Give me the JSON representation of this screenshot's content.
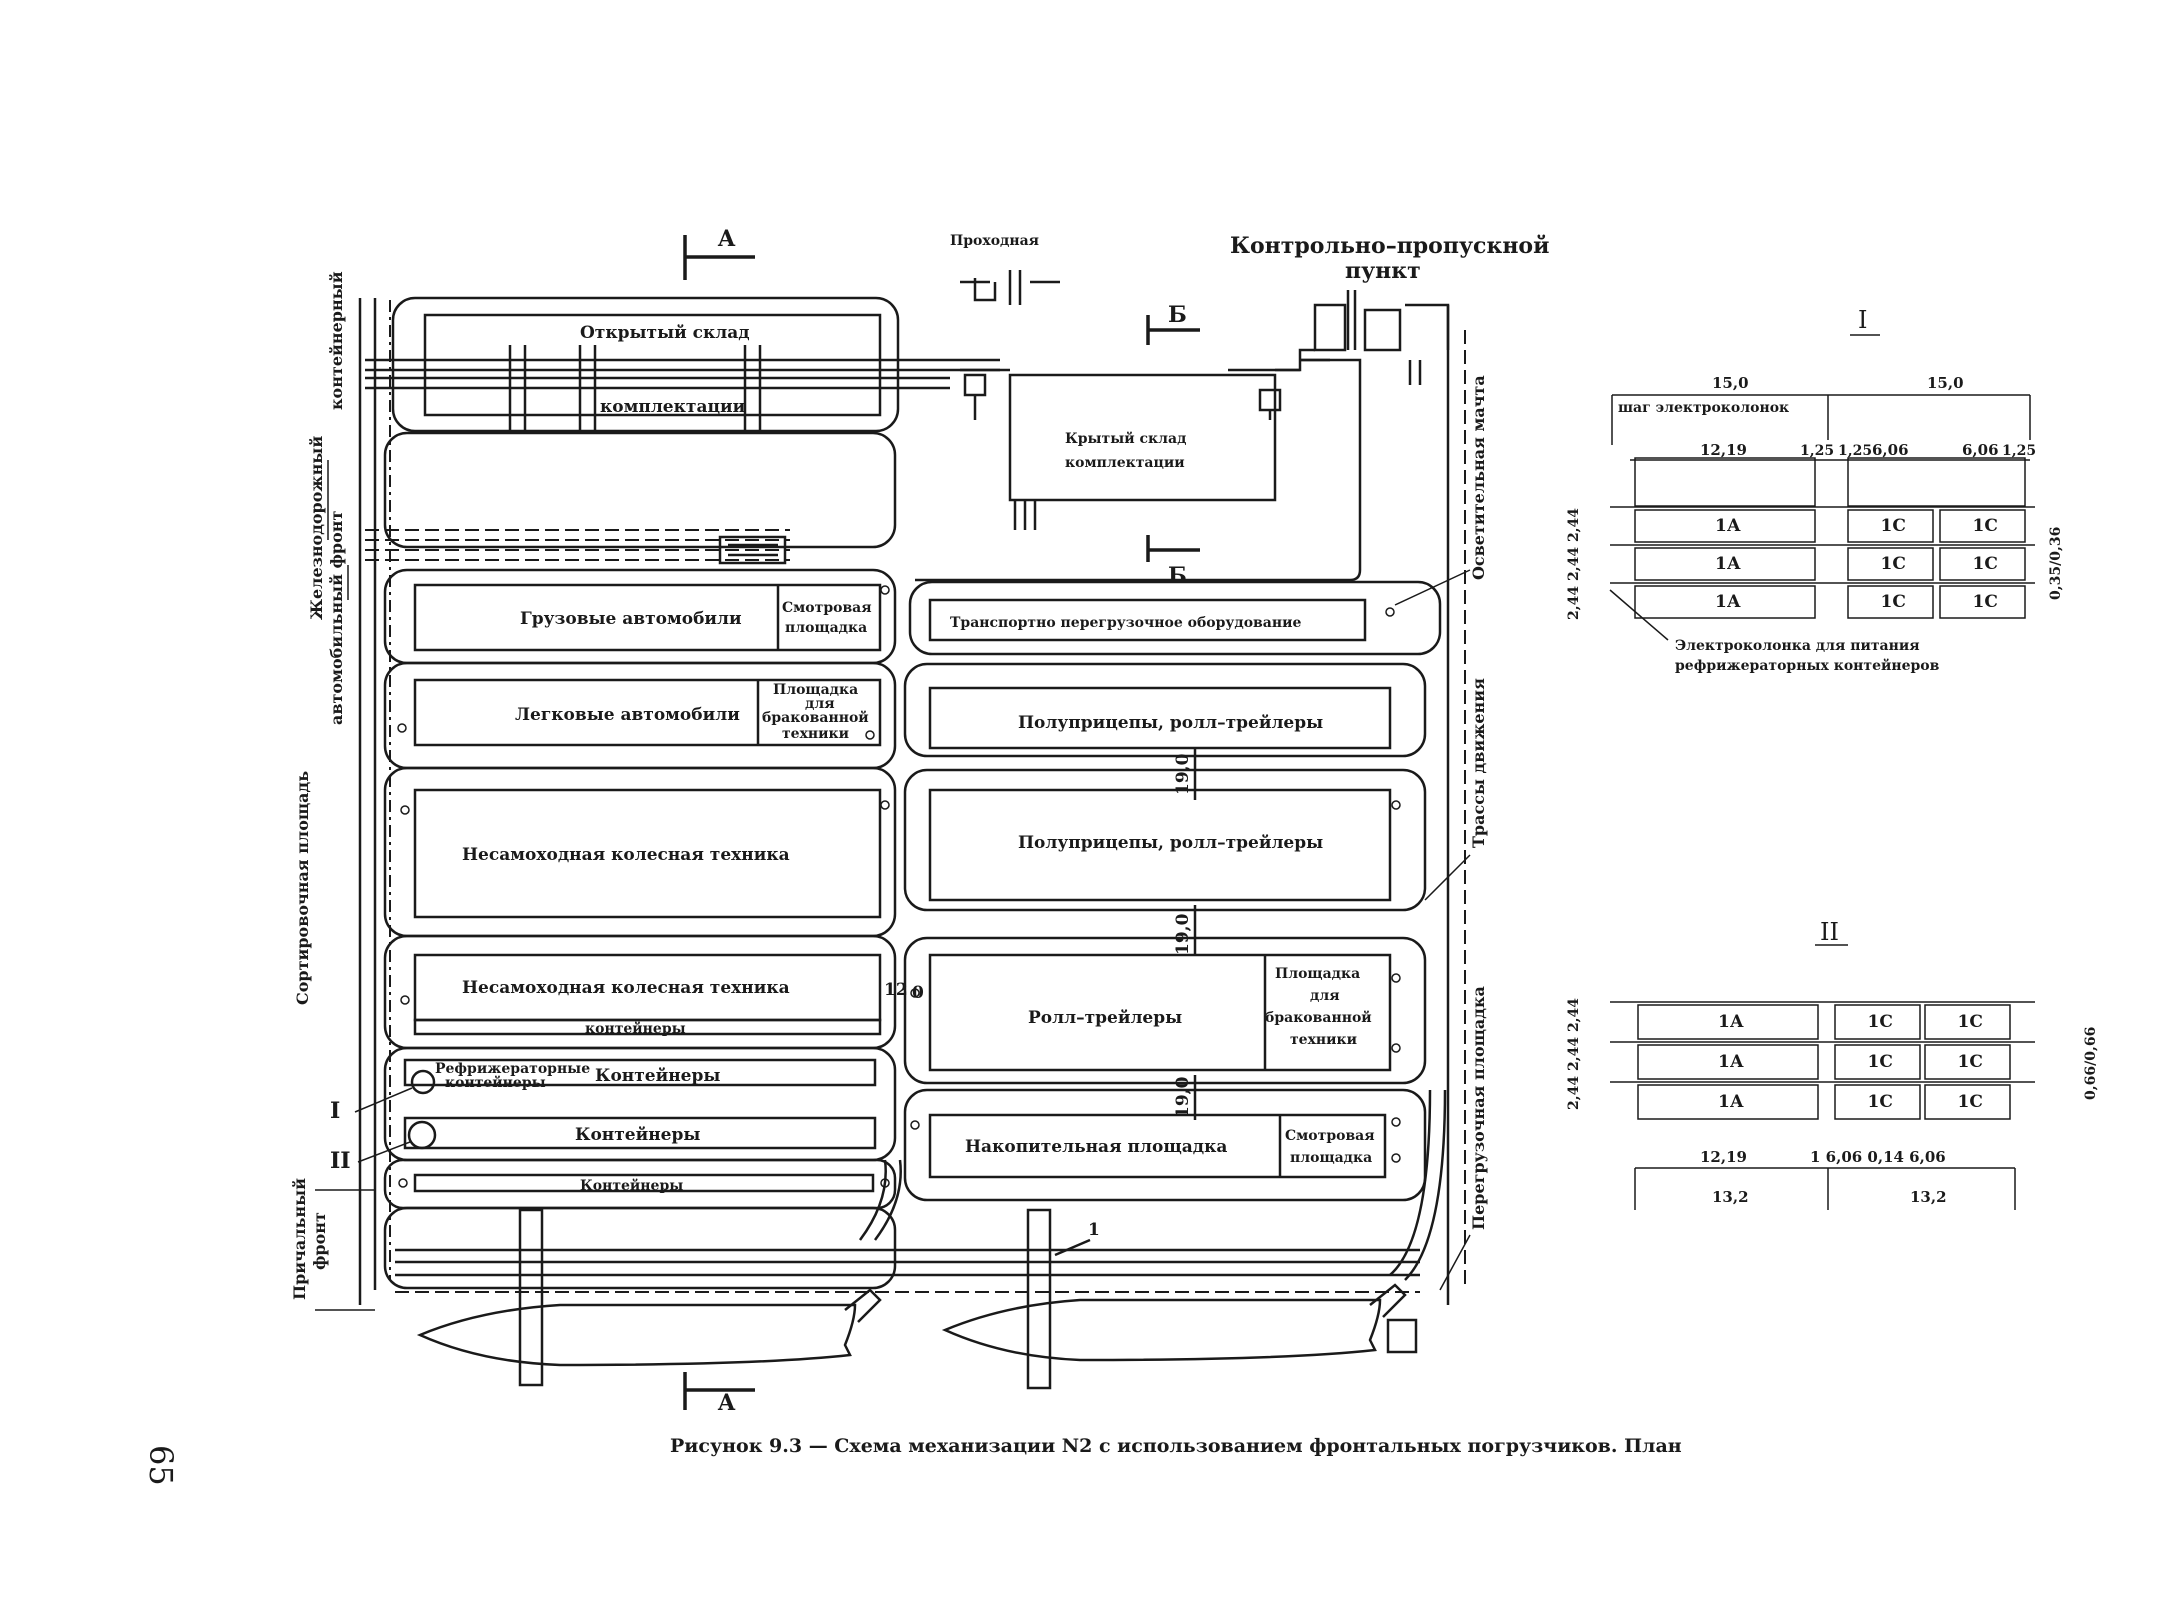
{
  "sections": {
    "a_top": "A",
    "a_bottom": "A",
    "b_top": "Б",
    "b_bottom": "Б"
  },
  "top_labels": {
    "prokhodnaya": "Проходная",
    "kpp_line1": "Контрольно–пропускной",
    "kpp_line2": "пункт"
  },
  "left_side": {
    "zhd_front": "Железнодорожный",
    "konteynerny": "контейнерный",
    "avto_front": "автомобильный фронт",
    "sortirovochnaya": "Сортировочная площадь",
    "prichalny_1": "Причальный",
    "prichalny_2": "фронт",
    "marker_I": "I",
    "marker_II": "II"
  },
  "right_side": {
    "osvetitelnaya": "Осветительная мачта",
    "trassy": "Трассы движения",
    "peregruzochnaya": "Перегрузочная площадка",
    "ship_marker": "1"
  },
  "left_column": {
    "open_store_1": "Открытый склад",
    "open_store_2": "комплектации",
    "trucks": "Грузовые автомобили",
    "inspection_1": "Смотровая",
    "inspection_1b": "площадка",
    "cars": "Легковые автомобили",
    "reject_1": "Площадка",
    "reject_2": "для",
    "reject_3": "бракованной",
    "reject_4": "техники",
    "wheeled_1": "Несамоходная колесная техника",
    "wheeled_2": "Несамоходная колесная техника",
    "containers_small": "контейнеры",
    "reefer_1": "Рефрижераторные",
    "reefer_2": "контейнеры",
    "containers_1": "Контейнеры",
    "containers_2": "Контейнеры",
    "containers_3": "Контейнеры"
  },
  "right_column": {
    "covered_1": "Крытый склад",
    "covered_2": "комплектации",
    "transport_equip": "Транспортно перегрузочное оборудование",
    "semi_1": "Полуприцепы, ролл–трейлеры",
    "semi_2": "Полуприцепы, ролл–трейлеры",
    "roll": "Ролл–трейлеры",
    "reject_1": "Площадка",
    "reject_2": "для",
    "reject_3": "бракованной",
    "reject_4": "техники",
    "accum": "Накопительная площадка",
    "inspection_1": "Смотровая",
    "inspection_2": "площадка",
    "dim_19a": "19,0",
    "dim_19b": "19,0",
    "dim_19c": "19,0",
    "dim_12": "12",
    "dim_10": "0"
  },
  "detail_I": {
    "title": "I",
    "w1": "15,0",
    "w2": "15,0",
    "step": "шаг электроколонок",
    "d_1219": "12,19",
    "d_125a": "1,25",
    "d_125b": "1,25",
    "d_606a": "6,06",
    "d_606b": "6,06",
    "d_125c": "1,25",
    "h_vert": "2,44  2,44  2,44",
    "gap": "0,35/0,36",
    "rows": [
      {
        "a": "1А",
        "c1": "1С",
        "c2": "1С"
      },
      {
        "a": "1А",
        "c1": "1С",
        "c2": "1С"
      },
      {
        "a": "1А",
        "c1": "1С",
        "c2": "1С"
      }
    ],
    "note_1": "Электроколонка для питания",
    "note_2": "рефрижераторных контейнеров"
  },
  "detail_II": {
    "title": "II",
    "h_vert": "2,44  2,44  2,44",
    "gap": "0,66/0,66",
    "rows": [
      {
        "a": "1А",
        "c1": "1С",
        "c2": "1С"
      },
      {
        "a": "1А",
        "c1": "1С",
        "c2": "1С"
      },
      {
        "a": "1А",
        "c1": "1С",
        "c2": "1С"
      }
    ],
    "d_1219": "12,19",
    "d_mid": "1  6,06  0,14  6,06",
    "w1": "13,2",
    "w2": "13,2"
  },
  "caption": "Рисунок  9.3 — Схема механизации N2 с использованием фронтальных погрузчиков. План",
  "page_number": "65"
}
